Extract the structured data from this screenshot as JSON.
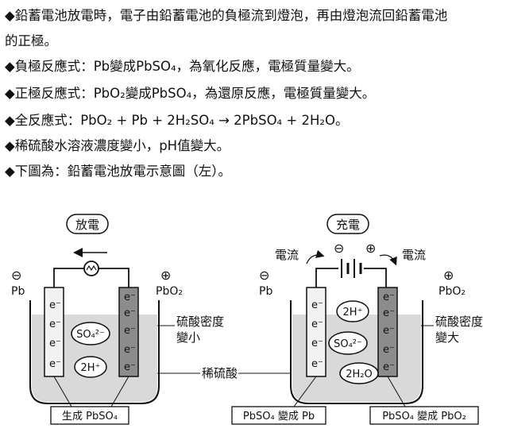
{
  "text": {
    "line1": "◆鉛蓄電池放電時，電子由鉛蓄電池的負極流到燈泡，再由燈泡流回鉛蓄電池",
    "line2": "的正極。",
    "line3": "◆負極反應式：Pb變成PbSO₄，為氧化反應，電極質量變大。",
    "line4": "◆正極反應式：PbO₂變成PbSO₄，為還原反應，電極質量變大。",
    "line5": "◆全反應式：PbO₂ + Pb + 2H₂SO₄ → 2PbSO₄ + 2H₂O。",
    "line6": "◆稀硫酸水溶液濃度變小，pH值變大。",
    "line7": "◆下圖為：鉛蓄電池放電示意圖（左）。"
  },
  "diagram": {
    "discharge_title": "放電",
    "charge_title": "充電",
    "minus_sign": "⊖",
    "plus_sign": "⊕",
    "electron": "e⁻",
    "pb": "Pb",
    "pbo2": "PbO₂",
    "so4_ion": "SO₄²⁻",
    "h_ion": "2H⁺",
    "h2o": "2H₂O",
    "current": "電流",
    "acid_decrease_1": "硫酸密度",
    "acid_decrease_2": "變小",
    "acid_increase_1": "硫酸密度",
    "acid_increase_2": "變大",
    "dilute_acid": "稀硫酸",
    "produce_pbso4": "生成 PbSO₄",
    "pbso4_to_pb": "PbSO₄ 變成 Pb",
    "pbso4_to_pbo2": "PbSO₄ 變成 PbO₂"
  }
}
